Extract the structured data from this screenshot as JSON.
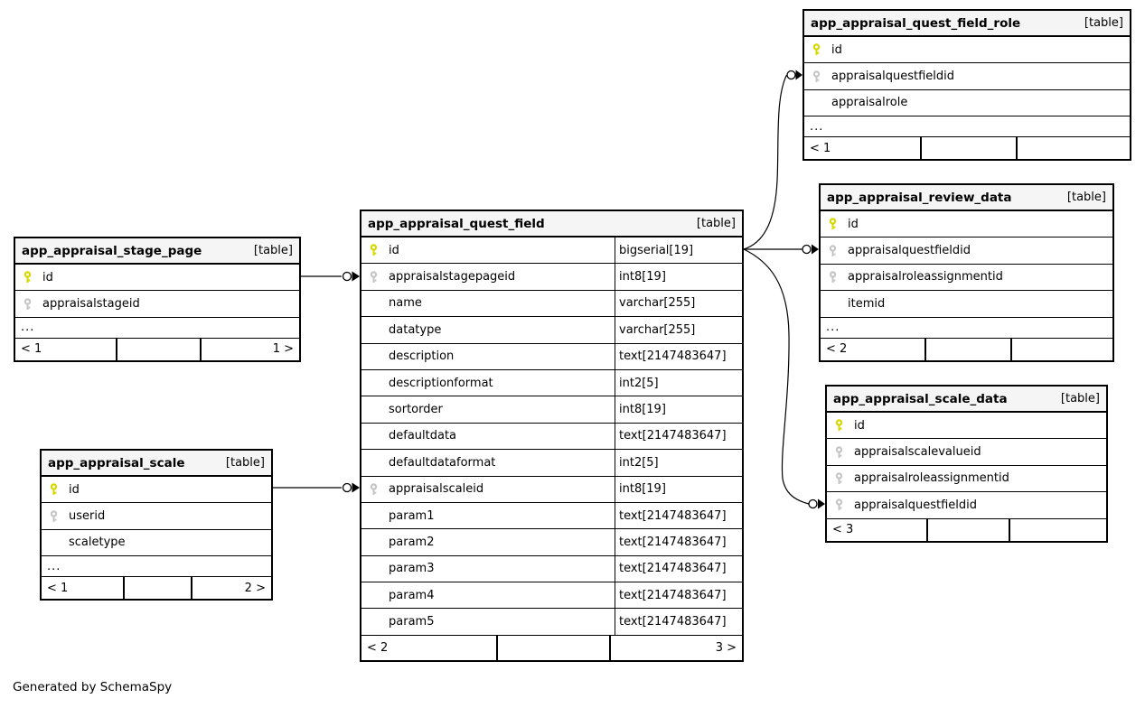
{
  "caption": "Generated by SchemaSpy",
  "colors": {
    "pk": "#d8d800",
    "fk": "#c6c6c6",
    "header_bg": "#f5f5f5",
    "border": "#000000"
  },
  "tables": [
    {
      "id": "app_appraisal_stage_page",
      "name": "app_appraisal_stage_page",
      "badge": "[table]",
      "typed": false,
      "columns": [
        {
          "name": "id",
          "key": "pk"
        },
        {
          "name": "appraisalstageid",
          "key": "fk"
        }
      ],
      "ellipsis": "...",
      "footer": [
        "< 1",
        "",
        "1 >"
      ]
    },
    {
      "id": "app_appraisal_scale",
      "name": "app_appraisal_scale",
      "badge": "[table]",
      "typed": false,
      "columns": [
        {
          "name": "id",
          "key": "pk"
        },
        {
          "name": "userid",
          "key": "fk"
        },
        {
          "name": "scaletype",
          "key": ""
        }
      ],
      "ellipsis": "...",
      "footer": [
        "< 1",
        "",
        "2 >"
      ]
    },
    {
      "id": "app_appraisal_quest_field",
      "name": "app_appraisal_quest_field",
      "badge": "[table]",
      "typed": true,
      "columns": [
        {
          "name": "id",
          "key": "pk",
          "type": "bigserial[19]"
        },
        {
          "name": "appraisalstagepageid",
          "key": "fk",
          "type": "int8[19]"
        },
        {
          "name": "name",
          "key": "",
          "type": "varchar[255]"
        },
        {
          "name": "datatype",
          "key": "",
          "type": "varchar[255]"
        },
        {
          "name": "description",
          "key": "",
          "type": "text[2147483647]"
        },
        {
          "name": "descriptionformat",
          "key": "",
          "type": "int2[5]"
        },
        {
          "name": "sortorder",
          "key": "",
          "type": "int8[19]"
        },
        {
          "name": "defaultdata",
          "key": "",
          "type": "text[2147483647]"
        },
        {
          "name": "defaultdataformat",
          "key": "",
          "type": "int2[5]"
        },
        {
          "name": "appraisalscaleid",
          "key": "fk",
          "type": "int8[19]"
        },
        {
          "name": "param1",
          "key": "",
          "type": "text[2147483647]"
        },
        {
          "name": "param2",
          "key": "",
          "type": "text[2147483647]"
        },
        {
          "name": "param3",
          "key": "",
          "type": "text[2147483647]"
        },
        {
          "name": "param4",
          "key": "",
          "type": "text[2147483647]"
        },
        {
          "name": "param5",
          "key": "",
          "type": "text[2147483647]"
        }
      ],
      "ellipsis": null,
      "footer": [
        "< 2",
        "",
        "3 >"
      ]
    },
    {
      "id": "app_appraisal_quest_field_role",
      "name": "app_appraisal_quest_field_role",
      "badge": "[table]",
      "typed": false,
      "columns": [
        {
          "name": "id",
          "key": "pk"
        },
        {
          "name": "appraisalquestfieldid",
          "key": "fk"
        },
        {
          "name": "appraisalrole",
          "key": ""
        }
      ],
      "ellipsis": "...",
      "footer": [
        "< 1",
        "",
        ""
      ]
    },
    {
      "id": "app_appraisal_review_data",
      "name": "app_appraisal_review_data",
      "badge": "[table]",
      "typed": false,
      "columns": [
        {
          "name": "id",
          "key": "pk"
        },
        {
          "name": "appraisalquestfieldid",
          "key": "fk"
        },
        {
          "name": "appraisalroleassignmentid",
          "key": "fk"
        },
        {
          "name": "itemid",
          "key": ""
        }
      ],
      "ellipsis": "...",
      "footer": [
        "< 2",
        "",
        ""
      ]
    },
    {
      "id": "app_appraisal_scale_data",
      "name": "app_appraisal_scale_data",
      "badge": "[table]",
      "typed": false,
      "columns": [
        {
          "name": "id",
          "key": "pk"
        },
        {
          "name": "appraisalscalevalueid",
          "key": "fk"
        },
        {
          "name": "appraisalroleassignmentid",
          "key": "fk"
        },
        {
          "name": "appraisalquestfieldid",
          "key": "fk"
        }
      ],
      "ellipsis": null,
      "footer": [
        "< 3",
        "",
        ""
      ]
    }
  ],
  "relationships": [
    {
      "from": "app_appraisal_stage_page.id",
      "to": "app_appraisal_quest_field.appraisalstagepageid"
    },
    {
      "from": "app_appraisal_scale.id",
      "to": "app_appraisal_quest_field.appraisalscaleid"
    },
    {
      "from": "app_appraisal_quest_field.id",
      "to": "app_appraisal_quest_field_role.appraisalquestfieldid"
    },
    {
      "from": "app_appraisal_quest_field.id",
      "to": "app_appraisal_review_data.appraisalquestfieldid"
    },
    {
      "from": "app_appraisal_quest_field.id",
      "to": "app_appraisal_scale_data.appraisalquestfieldid"
    }
  ]
}
